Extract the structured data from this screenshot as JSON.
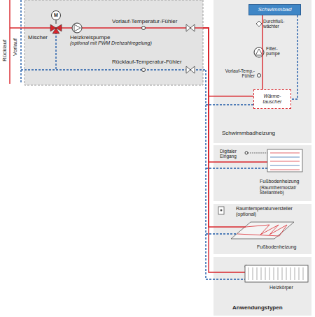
{
  "diagram": {
    "nodes": [
      {
        "text": [
          "Mischer",
          "Heizkreispumpe",
          "(optional mit PWM Drehzahlregelung)",
          "Vorlauf-Temperatur-Fühler",
          "Rücklauf-Temperatur-Fühler"
        ]
      },
      {
        "text": [
          "Schwimmbadheizung"
        ]
      },
      {
        "text": [
          "Schwimmbad"
        ],
        "in": 1
      },
      {
        "text": [
          "Wärme- tauscher"
        ],
        "in": 1
      },
      {
        "text": [
          "Fußbodenheizung",
          "(Raumthermostat/ Stellantrieb)"
        ]
      },
      {
        "text": [
          "Raumtemperaturversteller (optional)",
          "Fußbodenheizung"
        ]
      },
      {
        "text": [
          "Heizkörper"
        ]
      }
    ],
    "edges": [
      {
        "from": 0,
        "to": 3,
        "arrow": "none"
      },
      {
        "from": 0,
        "to": 4,
        "arrow": "none"
      },
      {
        "from": 0,
        "to": 5,
        "arrow": "none"
      },
      {
        "from": 0,
        "to": 6,
        "arrow": "none"
      },
      {
        "from": 3,
        "to": 2,
        "arrow": "none"
      }
    ],
    "labels": [
      "Rücklauf",
      "Vorlauf",
      "M",
      "Durchfluß- wächter",
      "Filter- pumpe",
      "Vorlauf-Temp.- Fühler",
      "Digitaler Eingang",
      "Anwendungstypen"
    ]
  }
}
